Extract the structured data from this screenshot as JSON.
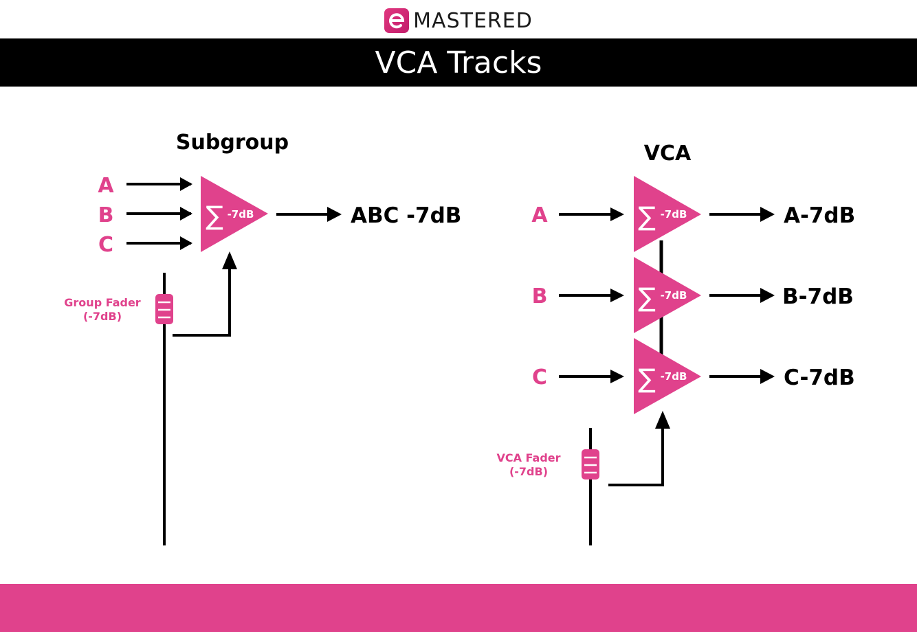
{
  "brand": {
    "name": "MASTERED",
    "logo_letter": "e"
  },
  "title": "VCA Tracks",
  "colors": {
    "accent": "#e0428c",
    "text_dark": "#000000",
    "header_bg": "#000000",
    "footer_bg": "#e0428c"
  },
  "subgroup": {
    "heading": "Subgroup",
    "inputs": [
      "A",
      "B",
      "C"
    ],
    "summer_label": "-7dB",
    "sum_symbol": "∑",
    "output": "ABC -7dB",
    "fader_label_line1": "Group Fader",
    "fader_label_line2": "(-7dB)"
  },
  "vca": {
    "heading": "VCA",
    "channels": [
      {
        "input": "A",
        "summer_label": "-7dB",
        "output": "A-7dB"
      },
      {
        "input": "B",
        "summer_label": "-7dB",
        "output": "B-7dB"
      },
      {
        "input": "C",
        "summer_label": "-7dB",
        "output": "C-7dB"
      }
    ],
    "sum_symbol": "∑",
    "fader_label_line1": "VCA Fader",
    "fader_label_line2": "(-7dB)"
  }
}
